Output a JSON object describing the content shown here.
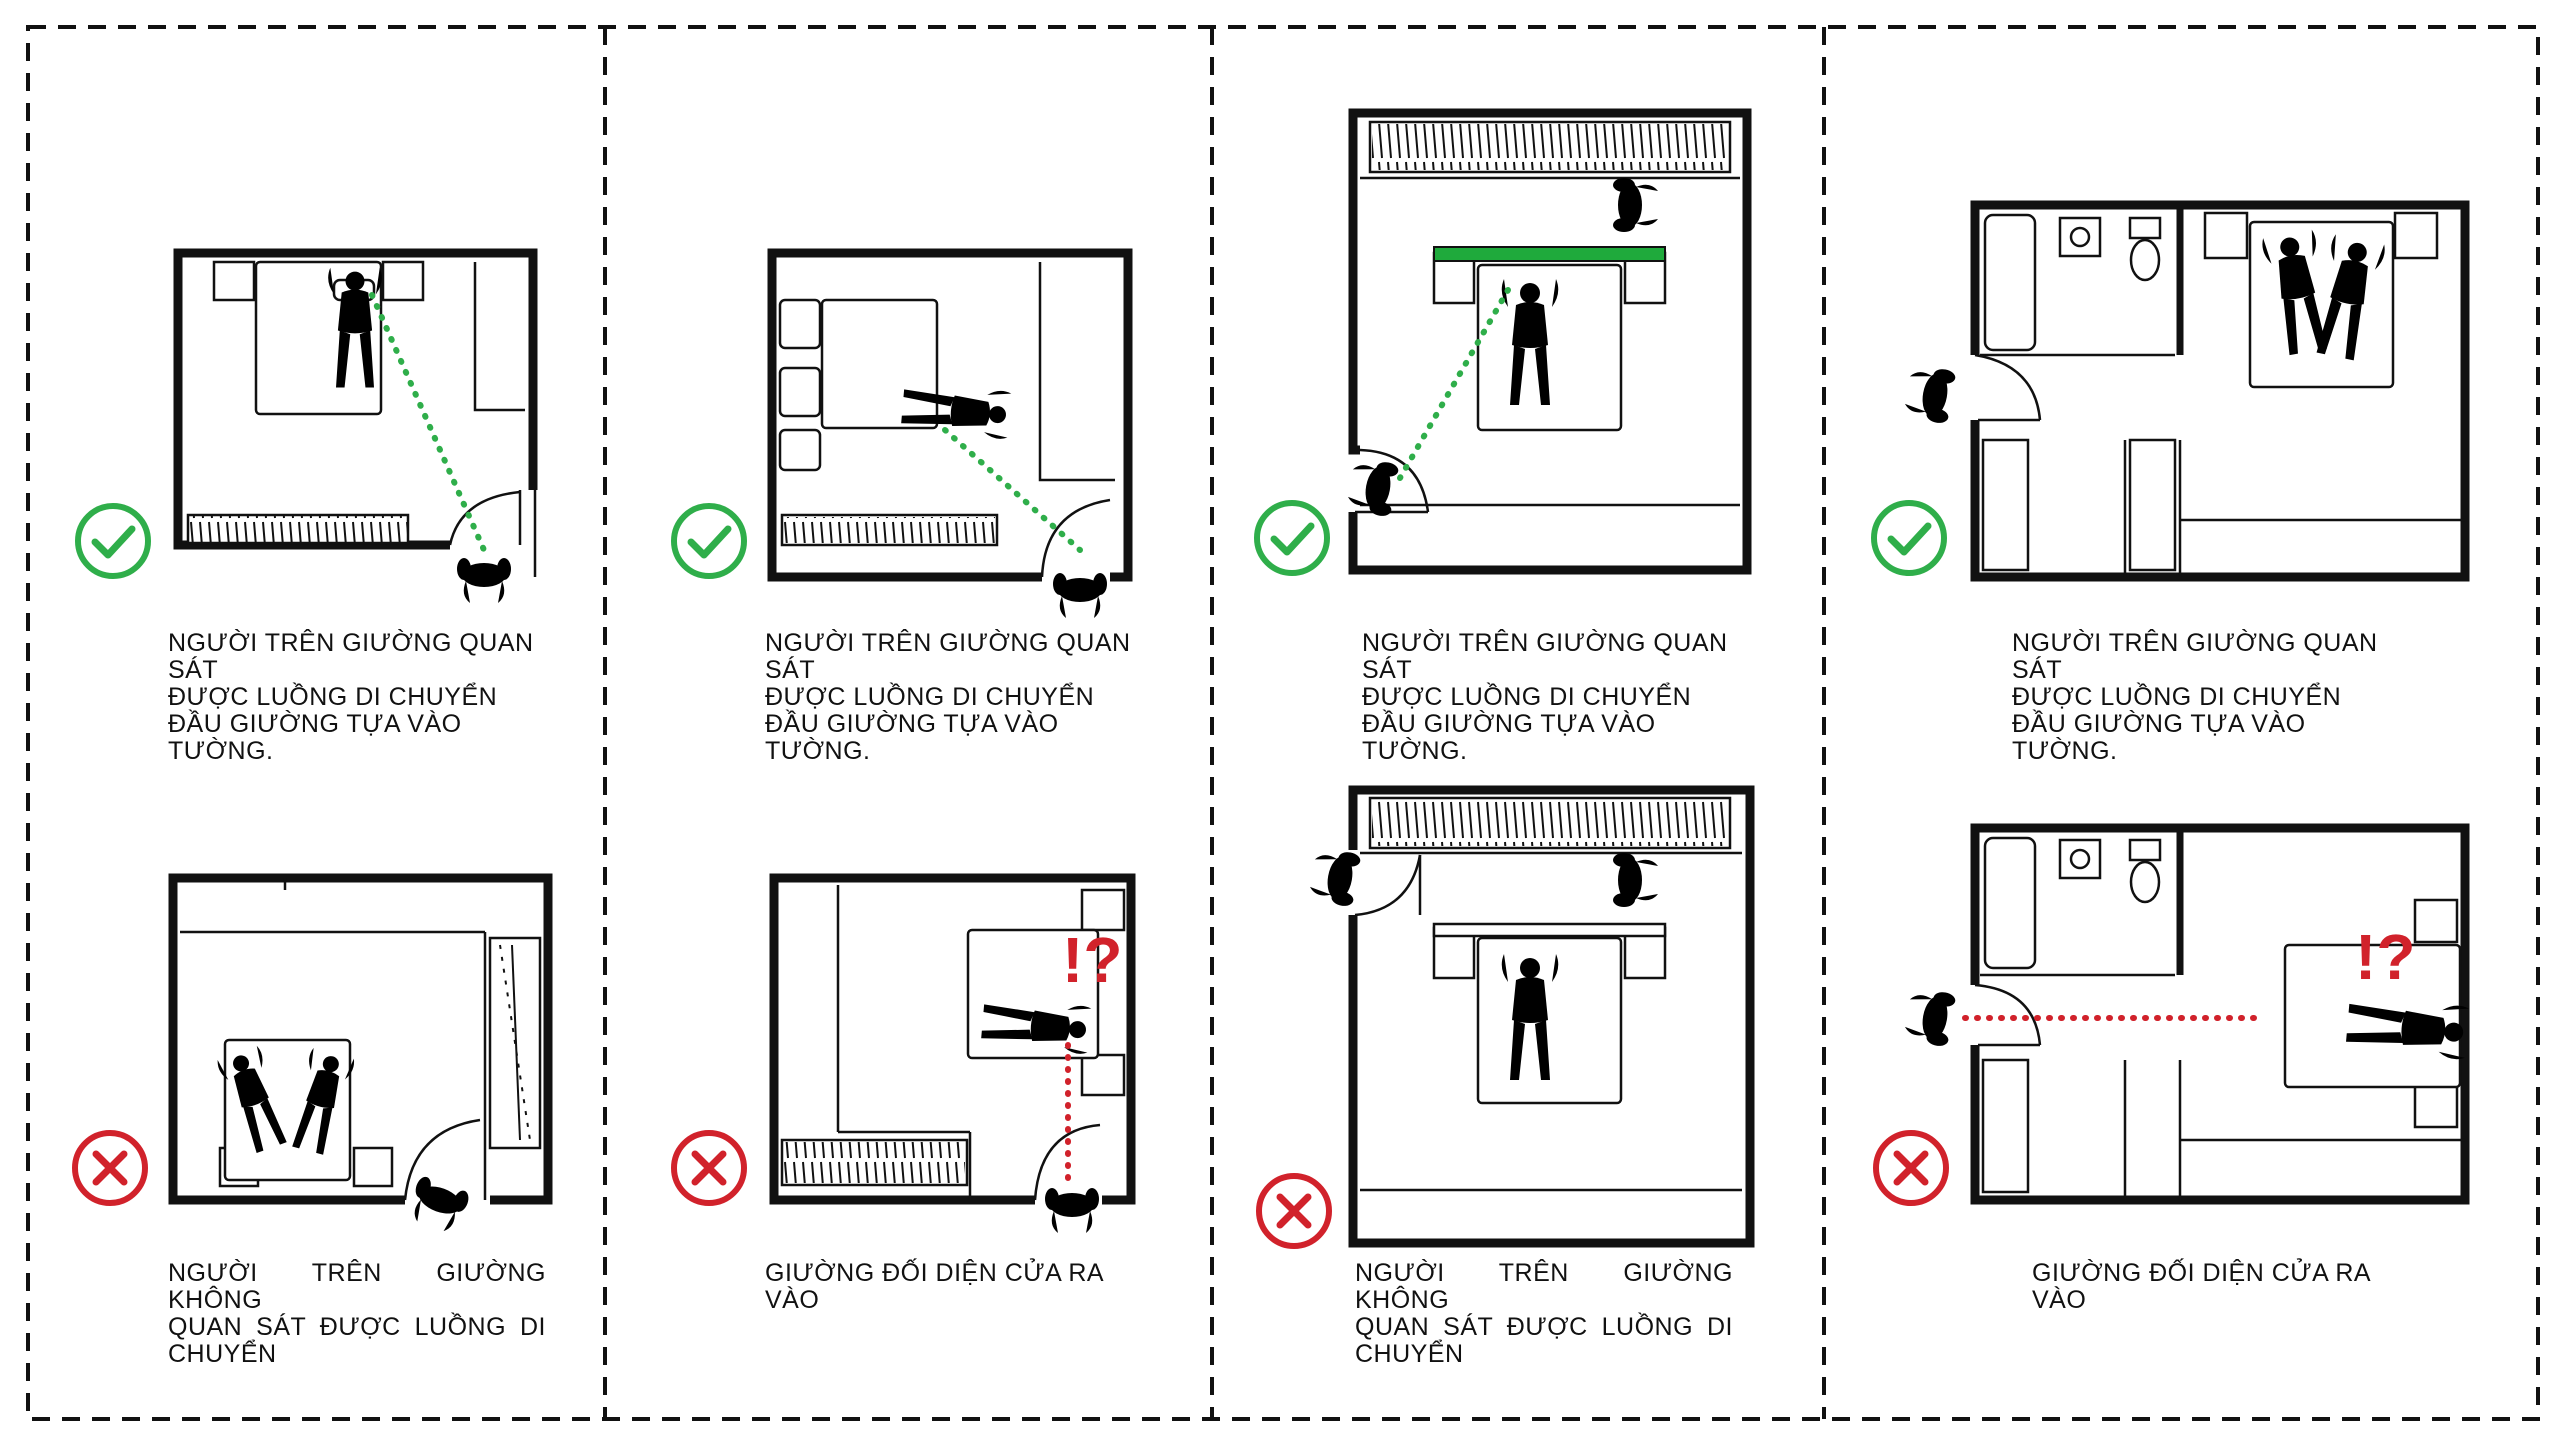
{
  "panels": [
    {
      "good": {
        "result": "correct",
        "caption_lines": [
          "NGƯỜI TRÊN GIƯỜNG QUAN SÁT",
          "ĐƯỢC LUỒNG DI CHUYỂN",
          "ĐẦU GIƯỜNG TỰA VÀO TƯỜNG."
        ]
      },
      "bad": {
        "result": "incorrect",
        "caption_lines": [
          "NGƯỜI TRÊN GIƯỜNG KHÔNG",
          "QUAN SÁT ĐƯỢC LUỒNG DI",
          "CHUYỂN"
        ]
      }
    },
    {
      "good": {
        "result": "correct",
        "caption_lines": [
          "NGƯỜI TRÊN GIƯỜNG QUAN SÁT",
          "ĐƯỢC LUỒNG DI CHUYỂN",
          "ĐẦU GIƯỜNG TỰA VÀO TƯỜNG."
        ]
      },
      "bad": {
        "result": "incorrect",
        "warning": "!?",
        "caption_lines": [
          "GIƯỜNG ĐỐI DIỆN CỬA RA VÀO"
        ]
      }
    },
    {
      "good": {
        "result": "correct",
        "caption_lines": [
          "NGƯỜI TRÊN GIƯỜNG QUAN SÁT",
          "ĐƯỢC LUỒNG DI CHUYỂN",
          "ĐẦU GIƯỜNG TỰA VÀO TƯỜNG."
        ]
      },
      "bad": {
        "result": "incorrect",
        "caption_lines": [
          "NGƯỜI TRÊN GIƯỜNG KHÔNG",
          "QUAN SÁT ĐƯỢC LUỒNG DI",
          "CHUYỂN"
        ]
      }
    },
    {
      "good": {
        "result": "correct",
        "caption_lines": [
          "NGƯỜI TRÊN GIƯỜNG QUAN SÁT",
          "ĐƯỢC LUỒNG DI CHUYỂN",
          "ĐẦU GIƯỜNG TỰA VÀO TƯỜNG."
        ]
      },
      "bad": {
        "result": "incorrect",
        "warning": "!?",
        "caption_lines": [
          "GIƯỜNG ĐỐI DIỆN CỬA RA VÀO"
        ]
      }
    }
  ],
  "colors": {
    "correct": "#2fae4a",
    "incorrect": "#d1222b",
    "sightline_good": "#2fae4a",
    "sightline_bad": "#d1222b",
    "headboard_accent": "#1faa3c",
    "ink": "#111111"
  },
  "icons": {
    "correct": "check-circle-icon",
    "incorrect": "x-circle-icon",
    "warning": "warning-exclamation-question-icon"
  }
}
